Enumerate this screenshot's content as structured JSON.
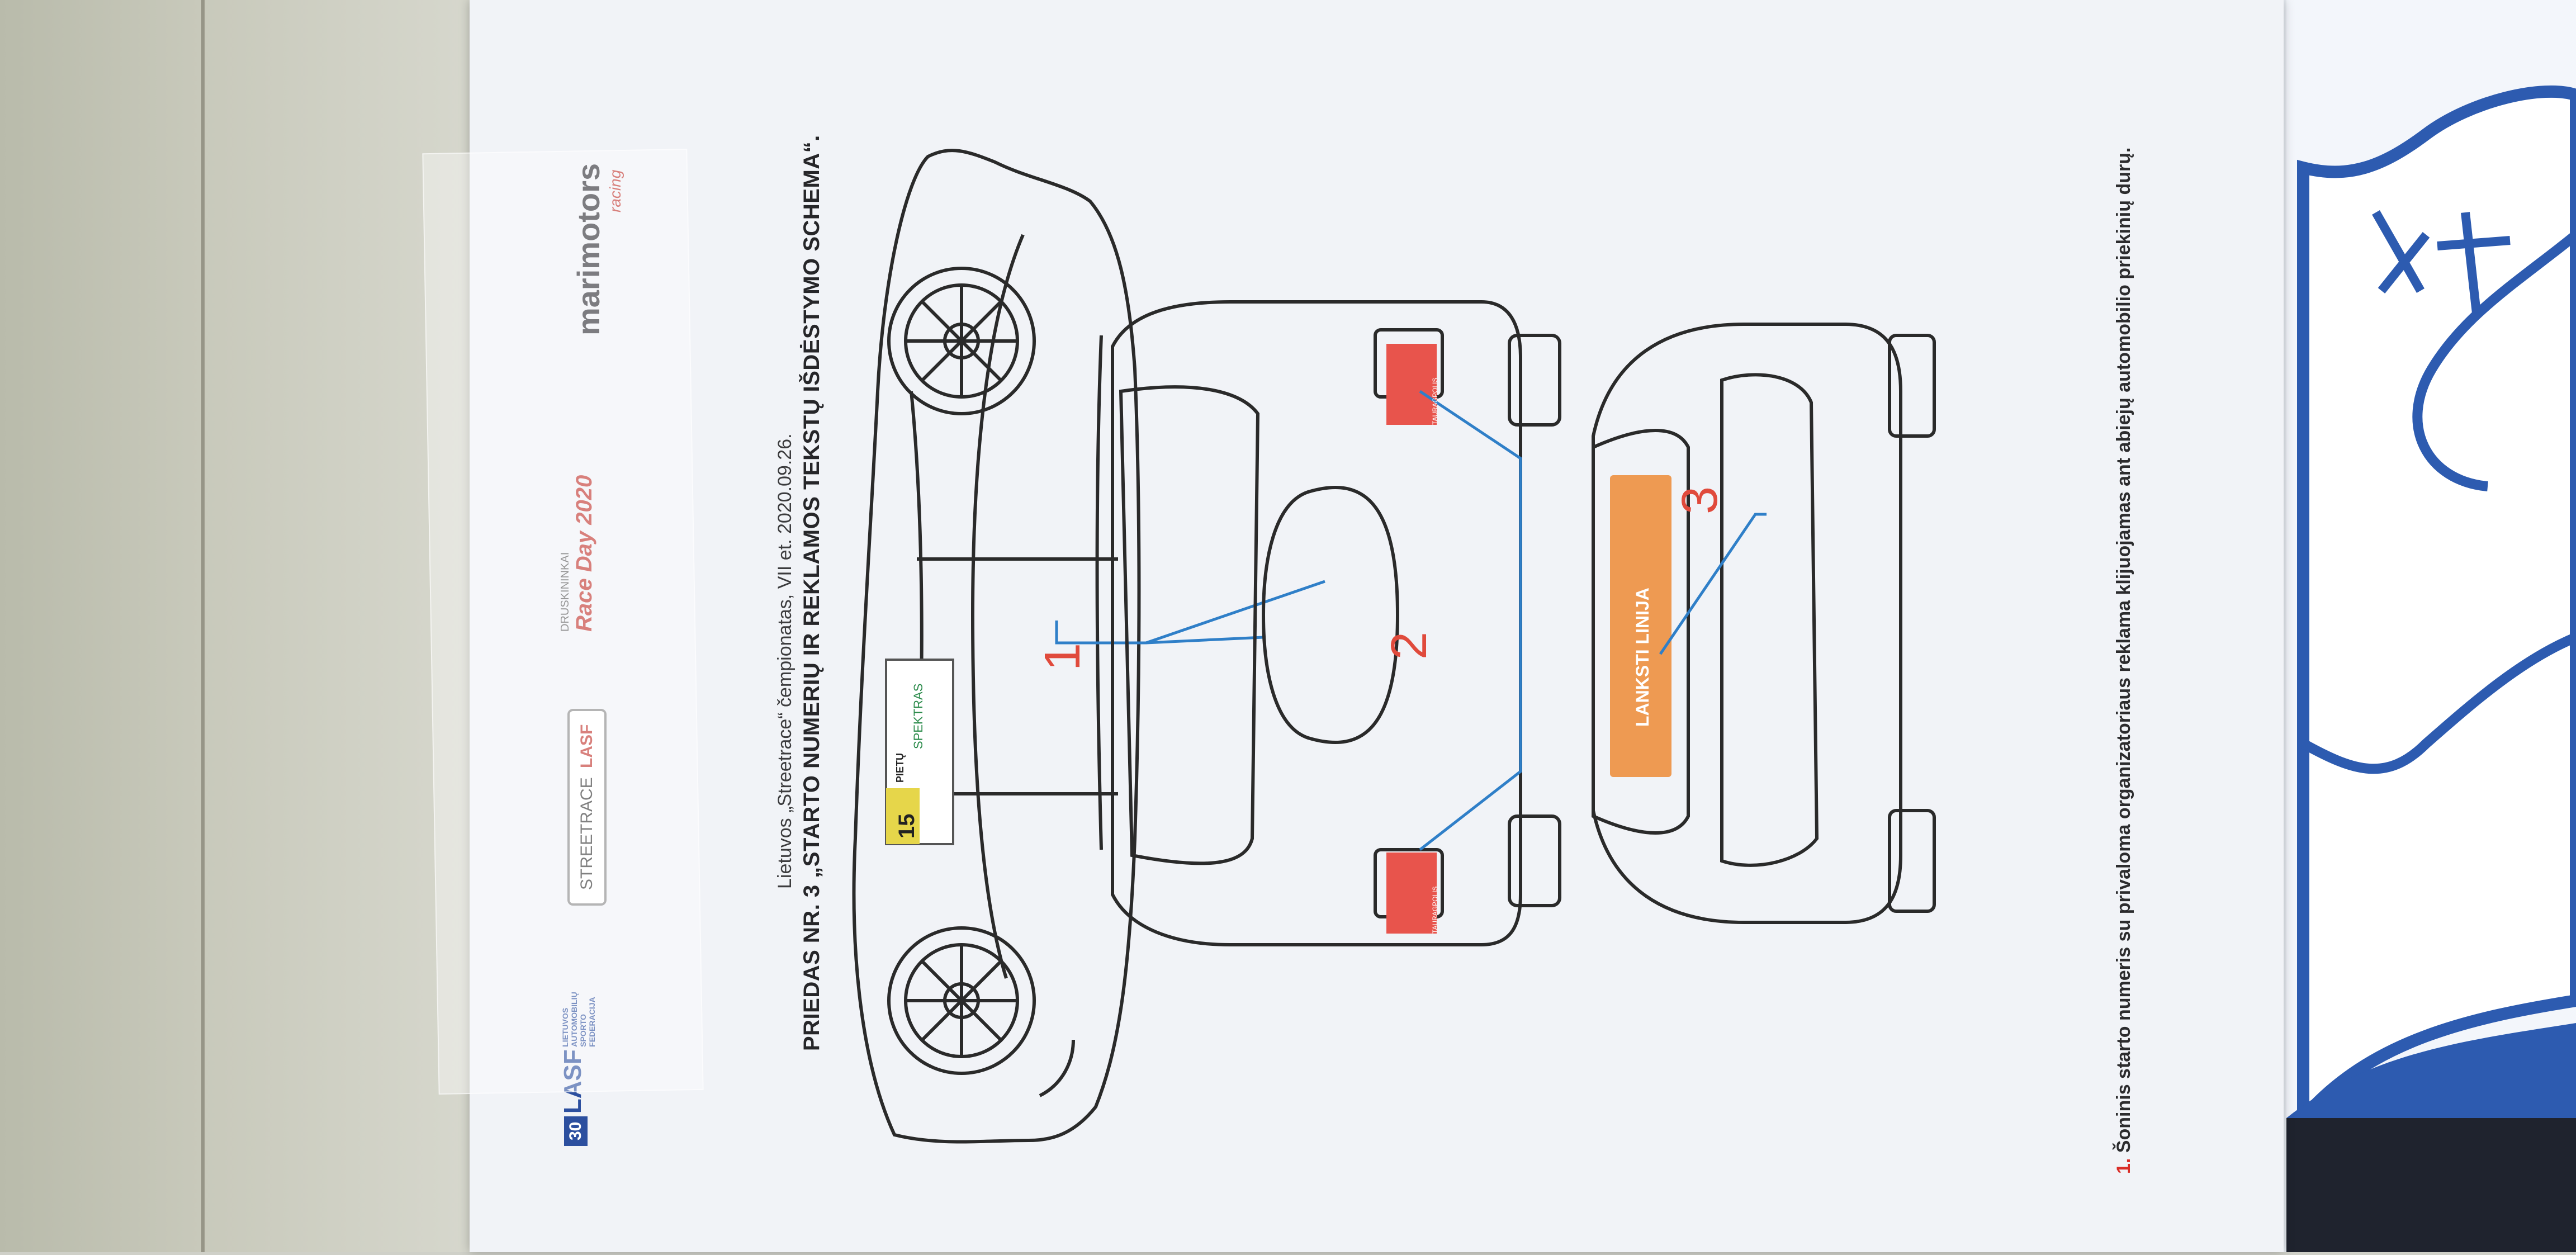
{
  "document": {
    "header_line": "Lietuvos „Streetrace“ čempionatas, VII et. 2020.09.26.",
    "title": "PRIEDAS NR. 3 „STARTO NUMERIŲ IR REKLAMOS TEKSTŲ IŠDĖSTYMO SCHEMA“.",
    "footnote_num": "1.",
    "footnote_text": "Šoninis starto numeris su privaloma organizatoriaus reklama klijuojamas ant abiejų automobilio priekinių durų."
  },
  "logos": {
    "streetrace": "STREETRACE",
    "streetrace_mark": "LASF",
    "druskininkai": "DRUSKININKAI",
    "event": "Race Day 2020",
    "marimotors": "marimotors",
    "racing": "racing",
    "lasf": "LASF",
    "lasf_30": "30",
    "lasf_text": "LIETUVOS AUTOMOBILIŲ SPORTO FEDERACIJA"
  },
  "callouts": {
    "one": "1",
    "two": "2",
    "three": "3"
  },
  "decals": {
    "start_number": "15",
    "pietu": "PIETŲ",
    "spektras": "SPEKTRAS",
    "lanksti": "LANKSTI LINIJA",
    "tauragpolis": "TAURAGPOLIS"
  },
  "colors": {
    "callout_red": "#e04a3c",
    "arrow_blue": "#2f7fc8",
    "decal_orange": "#ee9a52",
    "decal_red": "#e8544c",
    "sticker_blue": "#2d5bb0"
  }
}
